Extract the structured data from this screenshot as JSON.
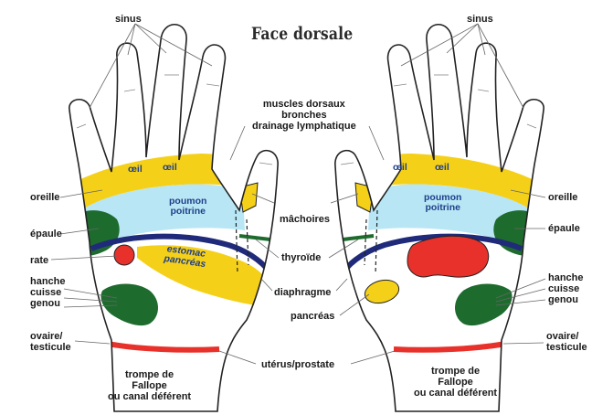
{
  "title": "Face dorsale",
  "colors": {
    "skin": "#ffffff",
    "outline": "#222222",
    "yellow": "#f5d019",
    "light_blue": "#b8e6f5",
    "navy": "#1f2a7a",
    "green": "#1e6b2e",
    "red": "#e8312a",
    "leader": "#555555",
    "zone_text": "#1f3f8a"
  },
  "left_hand": {
    "labels": {
      "sinus": "sinus",
      "oreille": "oreille",
      "epaule": "épaule",
      "rate": "rate",
      "hanche_cuisse_genou": "hanche\ncuisse\ngenou",
      "ovaire_testicule": "ovaire/\ntesticule",
      "trompe": "trompe de\nFallope\nou canal déférent"
    },
    "zones": {
      "oeil_1": "œil",
      "oeil_2": "œil",
      "poumon_poitrine": "poumon\npoitrine",
      "estomac_pancreas": "estomac\npancréas"
    }
  },
  "center_labels": {
    "muscles": "muscles dorsaux\nbronches\ndrainage lymphatique",
    "machoires": "mâchoires",
    "thyroide": "thyroïde",
    "diaphragme": "diaphragme",
    "pancreas": "pancréas",
    "uterus_prostate": "utérus/prostate"
  },
  "right_hand": {
    "labels": {
      "sinus": "sinus",
      "oreille": "oreille",
      "epaule": "épaule",
      "hanche_cuisse_genou": "hanche\ncuisse\ngenou",
      "ovaire_testicule": "ovaire/\ntesticule",
      "trompe": "trompe de\nFallope\nou canal déférent"
    },
    "zones": {
      "oeil_1": "œil",
      "oeil_2": "œil",
      "poumon_poitrine": "poumon\npoitrine"
    }
  }
}
